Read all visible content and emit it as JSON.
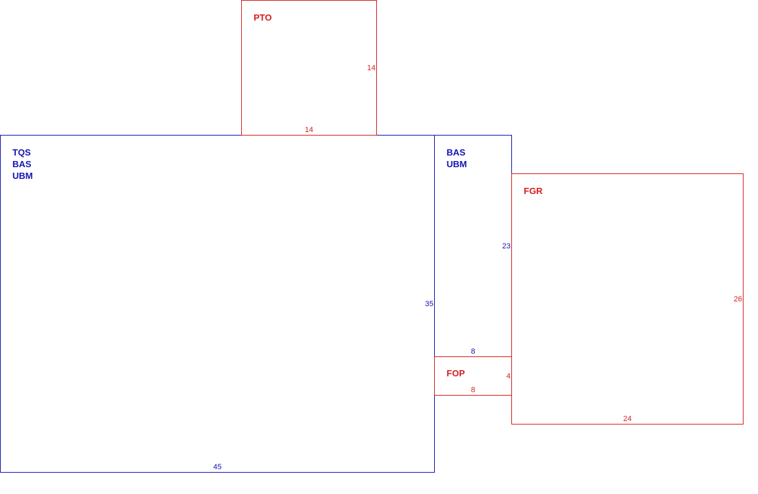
{
  "colors": {
    "blue": "#1515b4",
    "red": "#d62020",
    "background": "#ffffff"
  },
  "rooms": [
    {
      "id": "main",
      "color": "blue",
      "labels": [
        "TQS",
        "BAS",
        "UBM"
      ],
      "width": "45",
      "height": "35"
    },
    {
      "id": "pto",
      "color": "red",
      "labels": [
        "PTO"
      ],
      "width": "14",
      "height": "14"
    },
    {
      "id": "side",
      "color": "blue",
      "labels": [
        "BAS",
        "UBM"
      ],
      "width": "8",
      "height": "23"
    },
    {
      "id": "fop",
      "color": "red",
      "labels": [
        "FOP"
      ],
      "width": "8",
      "height": "4"
    },
    {
      "id": "fgr",
      "color": "red",
      "labels": [
        "FGR"
      ],
      "width": "24",
      "height": "26"
    }
  ]
}
